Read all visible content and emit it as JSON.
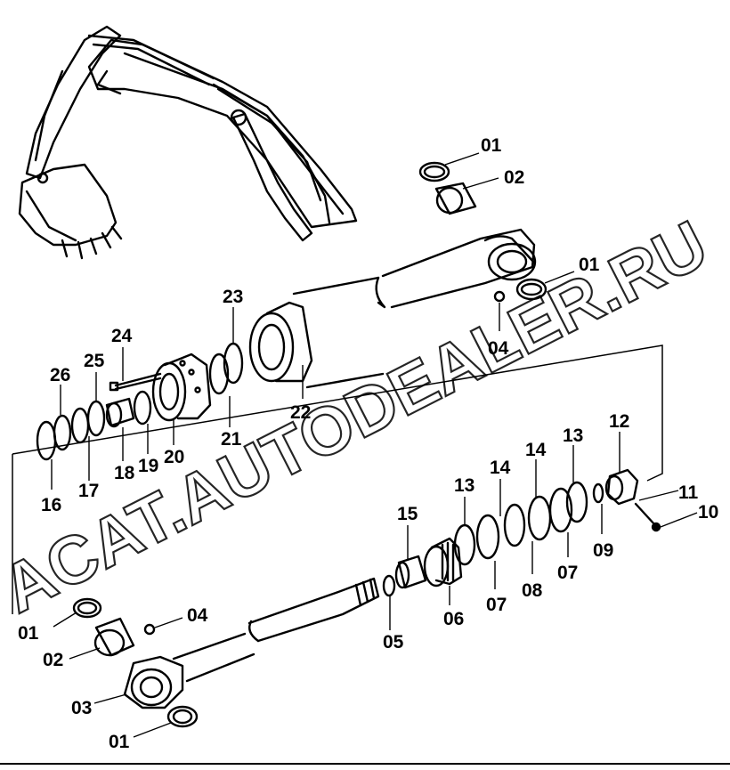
{
  "watermark": "ACAT.AUTODEALER.RU",
  "parts": [
    {
      "id": "p01a",
      "label": "01"
    },
    {
      "id": "p02a",
      "label": "02"
    },
    {
      "id": "p01b",
      "label": "01"
    },
    {
      "id": "p04a",
      "label": "04"
    },
    {
      "id": "p23",
      "label": "23"
    },
    {
      "id": "p24",
      "label": "24"
    },
    {
      "id": "p25",
      "label": "25"
    },
    {
      "id": "p26",
      "label": "26"
    },
    {
      "id": "p22",
      "label": "22"
    },
    {
      "id": "p21",
      "label": "21"
    },
    {
      "id": "p20",
      "label": "20"
    },
    {
      "id": "p19",
      "label": "19"
    },
    {
      "id": "p18",
      "label": "18"
    },
    {
      "id": "p17",
      "label": "17"
    },
    {
      "id": "p16",
      "label": "16"
    },
    {
      "id": "p12",
      "label": "12"
    },
    {
      "id": "p13a",
      "label": "13"
    },
    {
      "id": "p14a",
      "label": "14"
    },
    {
      "id": "p13b",
      "label": "13"
    },
    {
      "id": "p14b",
      "label": "14"
    },
    {
      "id": "p11",
      "label": "11"
    },
    {
      "id": "p10",
      "label": "10"
    },
    {
      "id": "p09",
      "label": "09"
    },
    {
      "id": "p07a",
      "label": "07"
    },
    {
      "id": "p08",
      "label": "08"
    },
    {
      "id": "p07b",
      "label": "07"
    },
    {
      "id": "p15",
      "label": "15"
    },
    {
      "id": "p06",
      "label": "06"
    },
    {
      "id": "p05",
      "label": "05"
    },
    {
      "id": "p04b",
      "label": "04"
    },
    {
      "id": "p01c",
      "label": "01"
    },
    {
      "id": "p02b",
      "label": "02"
    },
    {
      "id": "p03",
      "label": "03"
    },
    {
      "id": "p01d",
      "label": "01"
    }
  ]
}
